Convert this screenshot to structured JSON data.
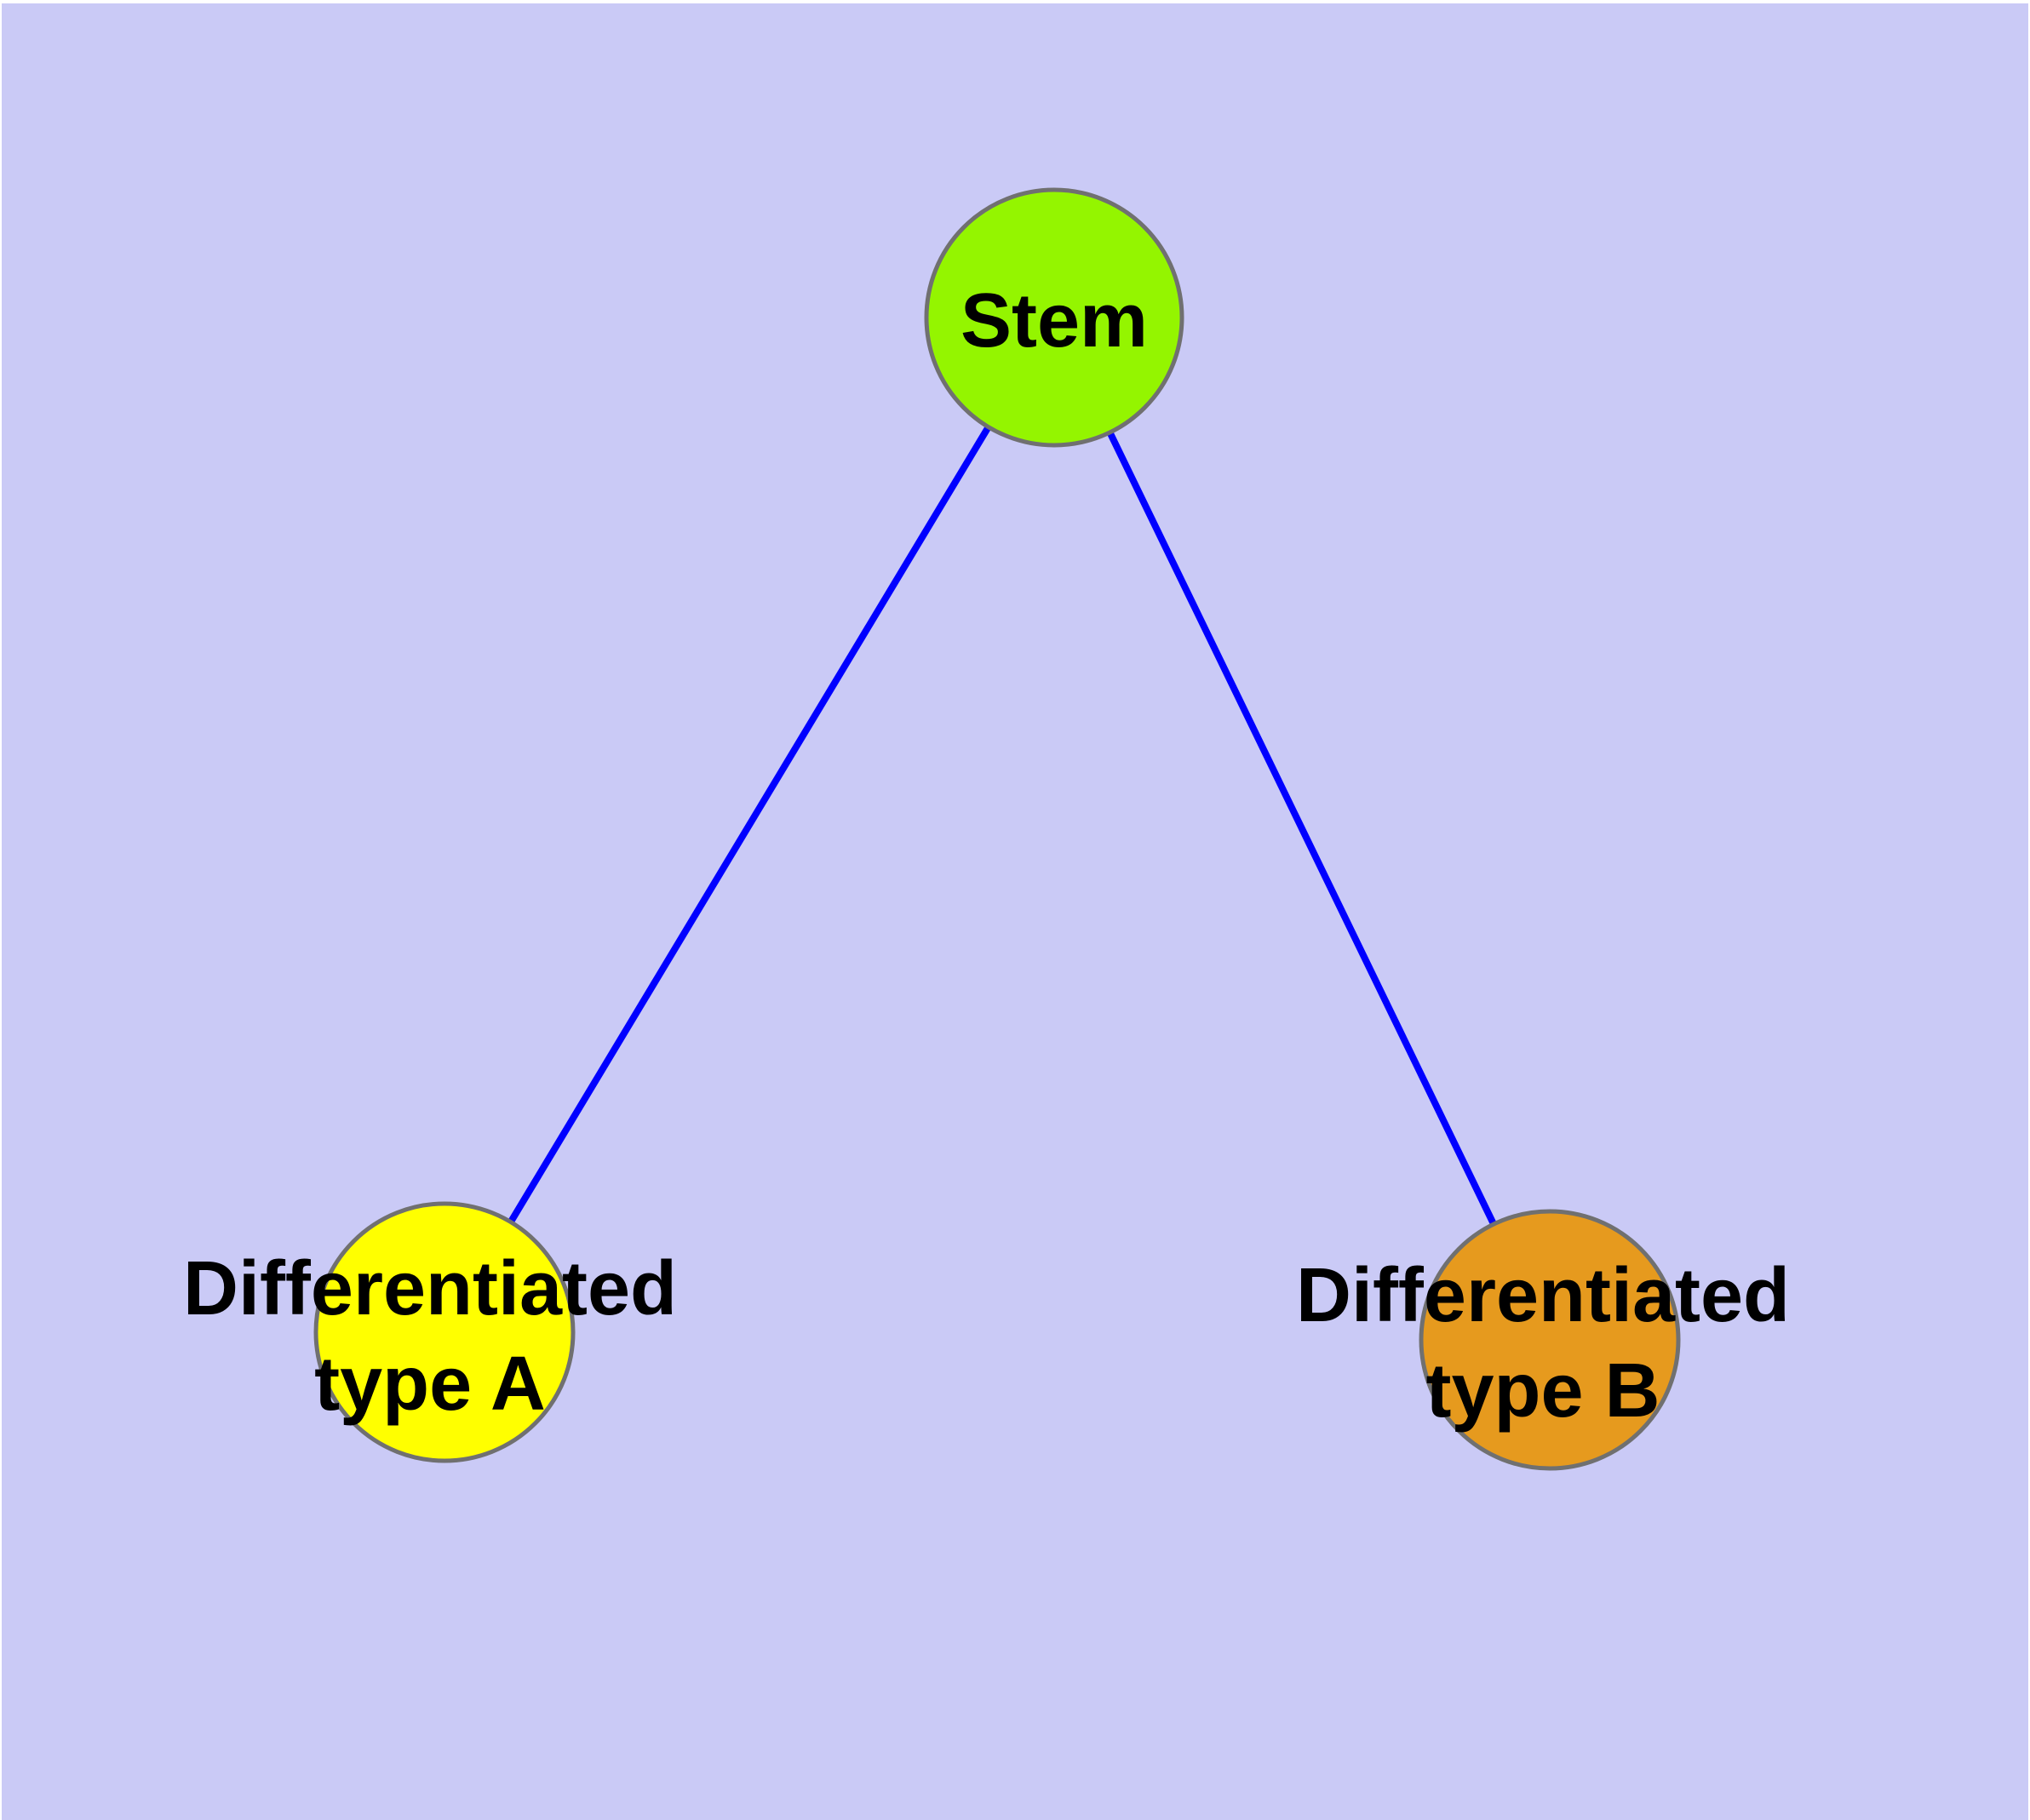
{
  "figure": {
    "background_color": "#CACAF6",
    "margin_color": "#FFFFFF",
    "edge_color": "#0000FF",
    "node_border_color": "#707070",
    "label_color": "#000000",
    "nodes": [
      {
        "id": "stem",
        "label": "Stem",
        "fill": "#94F500"
      },
      {
        "id": "differentiated-type-a",
        "label": "Differentiated type A",
        "label_line1": "Differentiated",
        "label_line2": "type A",
        "fill": "#FFFF00"
      },
      {
        "id": "differentiated-type-b",
        "label": "Differentiated type B",
        "label_line1": "Differentiated",
        "label_line2": "type B",
        "fill": "#E69A1E"
      }
    ],
    "edges": [
      {
        "from": "Stem",
        "to": "Differentiated type A"
      },
      {
        "from": "Stem",
        "to": "Differentiated type B"
      }
    ]
  }
}
